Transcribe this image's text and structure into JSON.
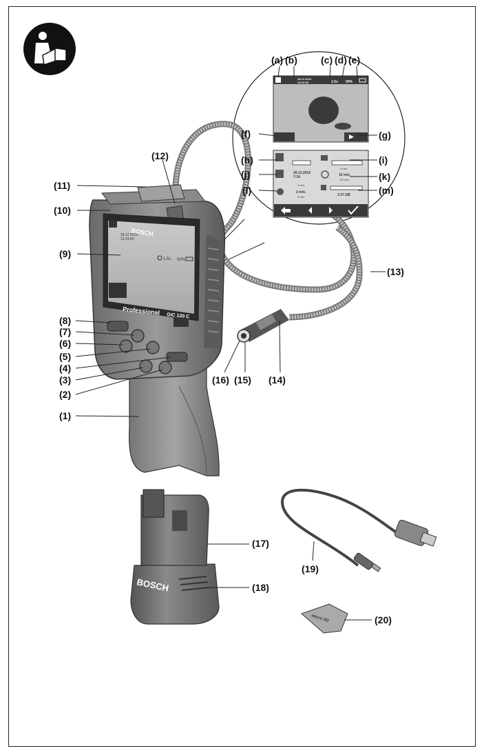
{
  "manual_icon": "read-manual-icon",
  "labels": {
    "l1": "(1)",
    "l2": "(2)",
    "l3": "(3)",
    "l4": "(4)",
    "l5": "(5)",
    "l6": "(6)",
    "l7": "(7)",
    "l8": "(8)",
    "l9": "(9)",
    "l10": "(10)",
    "l11": "(11)",
    "l12": "(12)",
    "l13": "(13)",
    "l14": "(14)",
    "l15": "(15)",
    "l16": "(16)",
    "l17": "(17)",
    "l18": "(18)",
    "l19": "(19)",
    "l20": "(20)",
    "la": "(a)",
    "lb": "(b)",
    "lc": "(c)",
    "ld": "(d)",
    "le": "(e)",
    "lf": "(f)",
    "lg": "(g)",
    "lh": "(h)",
    "li": "(i)",
    "lj": "(j)",
    "lk": "(k)",
    "ll": "(l)",
    "lm": "(m)"
  },
  "device": {
    "brand": "BOSCH",
    "model_line": "Professional",
    "model": "GIC 120 C",
    "screen_date": "28.12.2014",
    "screen_time": "13:24:00",
    "screen_zoom": "1.5x",
    "screen_light": "50%",
    "screen_battery_icon": "battery-icon"
  },
  "live_view": {
    "date": "28.12.2014",
    "time": "13:24:00",
    "zoom": "1.5x",
    "light": "50%",
    "camera_icon": "camera-icon",
    "play_icon": "play-icon"
  },
  "settings": {
    "date": "28.12.2014",
    "time": "7:24",
    "auto_off_top": "5 min.",
    "auto_off_value": "10 min.",
    "auto_off_bottom": "30 min.",
    "standby_top": "1 min.",
    "standby_value": "2 min.",
    "standby_bottom": "5 min.",
    "memory": "3.37 GB",
    "back_icon": "back-arrow-icon",
    "left_icon": "left-arrow-icon",
    "right_icon": "right-arrow-icon",
    "ok_icon": "checkmark-icon"
  },
  "battery": {
    "brand": "BOSCH"
  },
  "sdcard": {
    "text": "micro SD"
  }
}
